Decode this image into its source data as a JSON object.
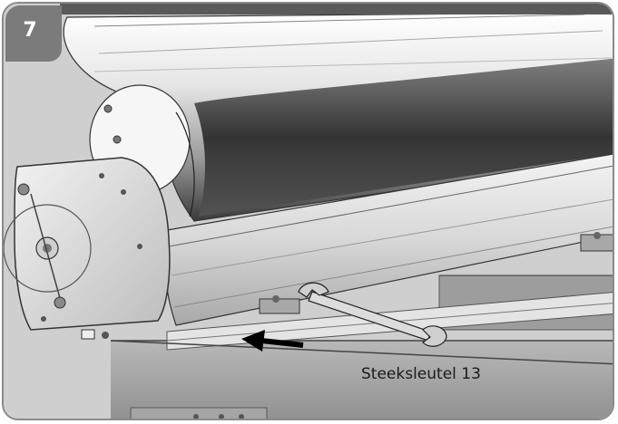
{
  "step": {
    "number": "7"
  },
  "illustration": {
    "callout_label": "Steeksleutel 13",
    "subject": [
      "roller-tube",
      "end-bracket",
      "wrench",
      "direction-arrow"
    ]
  },
  "colors": {
    "badge": "#7b7b7b",
    "frame_border": "#8a8a8a",
    "arrow": "#000000"
  }
}
